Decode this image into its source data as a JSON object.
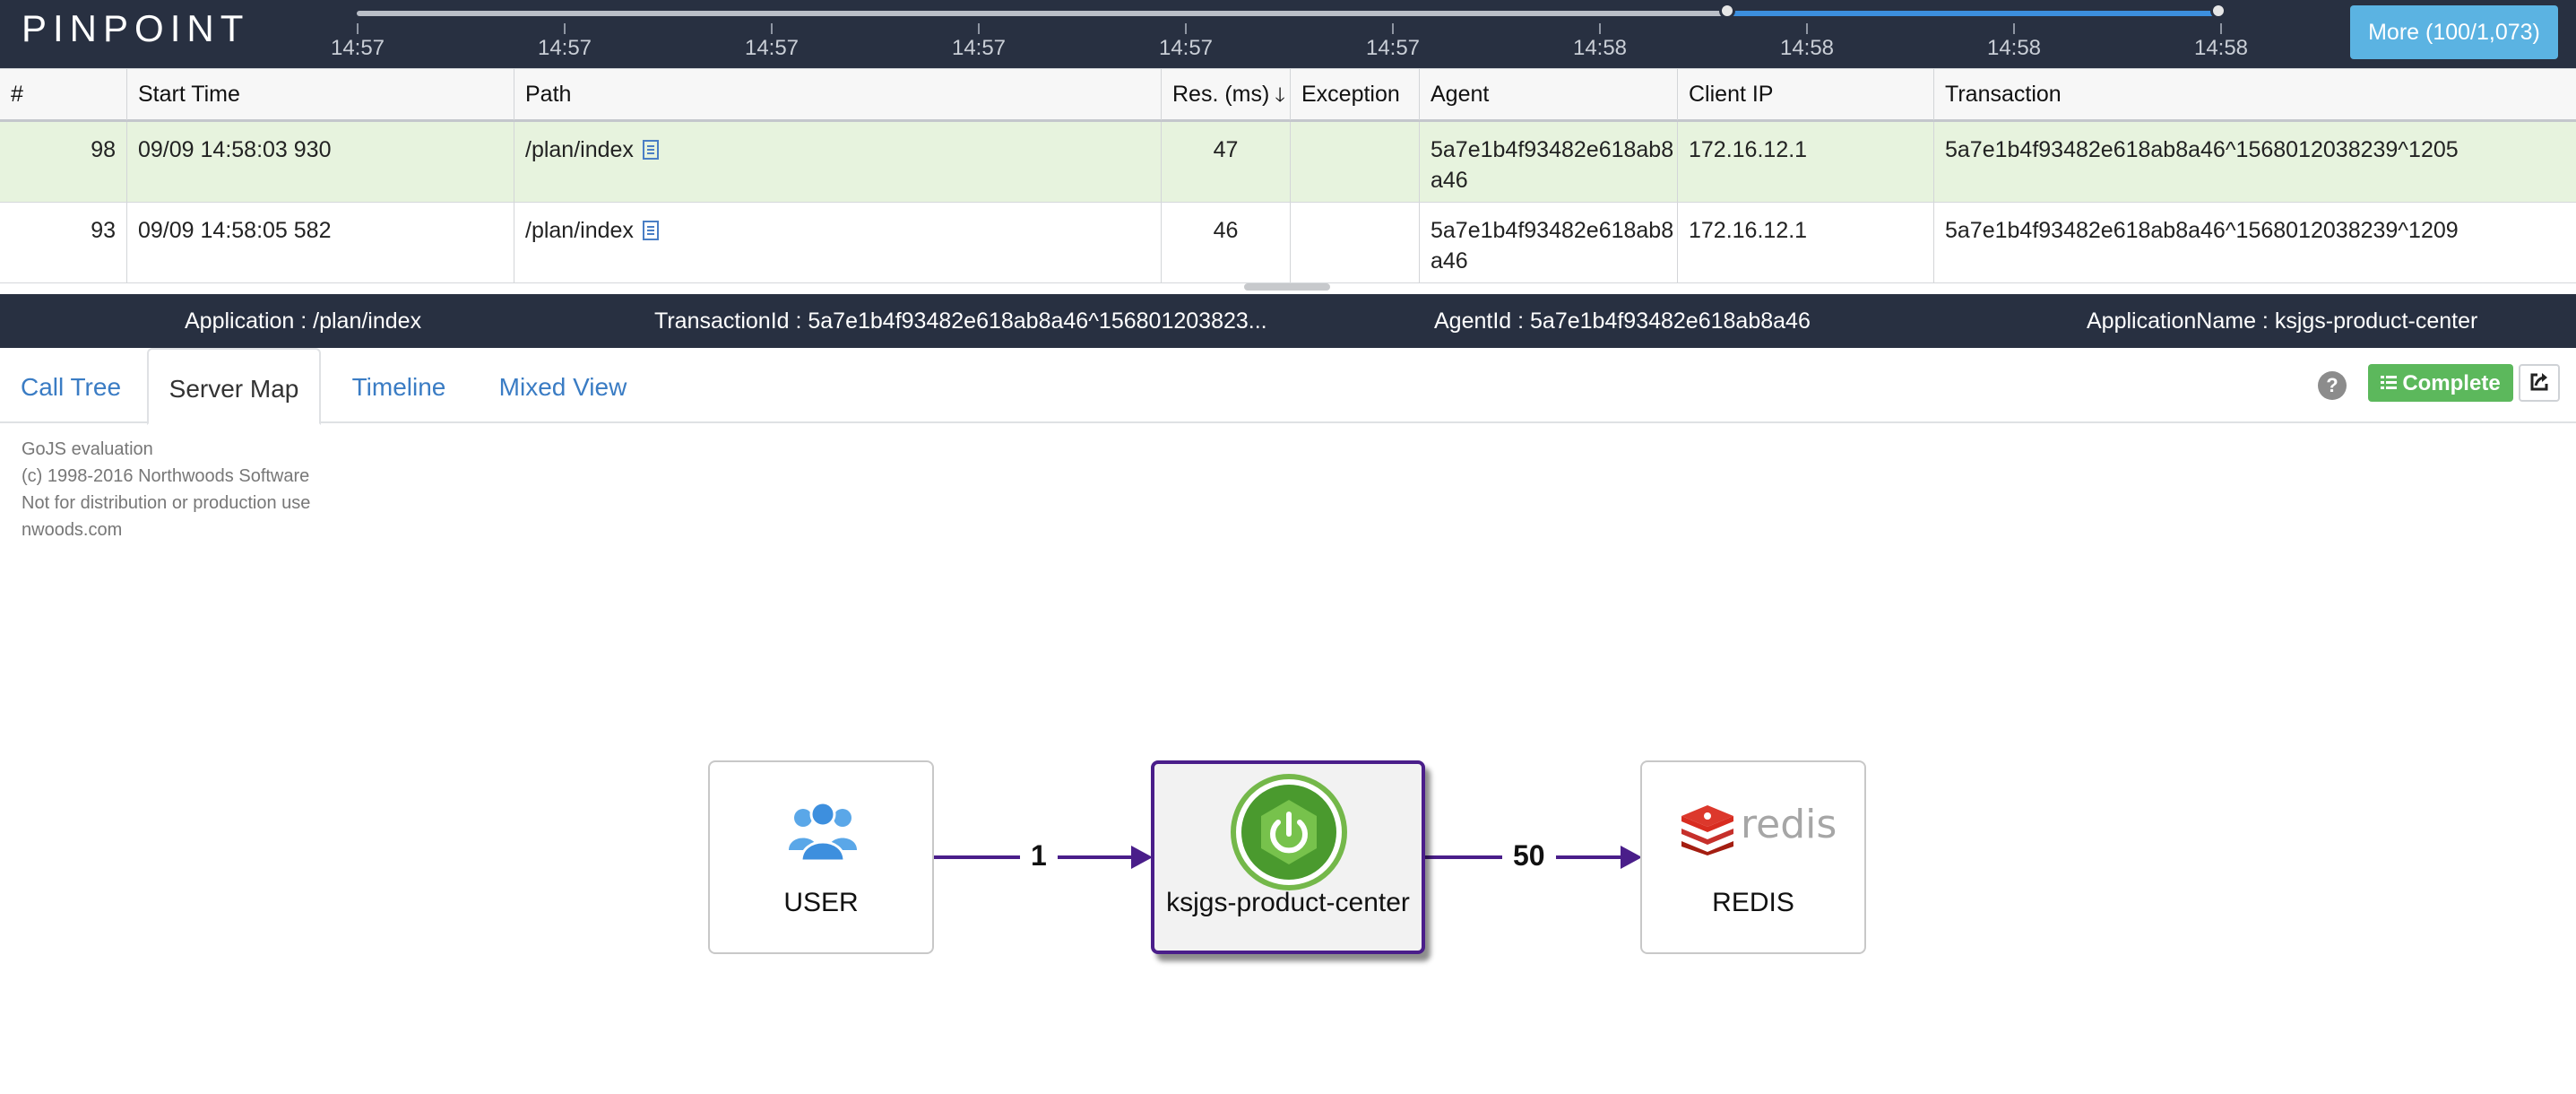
{
  "topbar": {
    "logo": "PINPOINT",
    "ticks": [
      "14:57",
      "14:57",
      "14:57",
      "14:57",
      "14:57",
      "14:57",
      "14:58",
      "14:58",
      "14:58",
      "14:58"
    ],
    "more_button": "More (100/1,073)"
  },
  "table": {
    "headers": {
      "num": "#",
      "start": "Start Time",
      "path": "Path",
      "res": "Res. (ms)",
      "exception": "Exception",
      "agent": "Agent",
      "ip": "Client IP",
      "transaction": "Transaction"
    },
    "rows": [
      {
        "num": "98",
        "start": "09/09 14:58:03 930",
        "path": "/plan/index",
        "res": "47",
        "exception": "",
        "agent": "5a7e1b4f93482e618ab8a46",
        "ip": "172.16.12.1",
        "transaction": "5a7e1b4f93482e618ab8a46^1568012038239^1205"
      },
      {
        "num": "93",
        "start": "09/09 14:58:05 582",
        "path": "/plan/index",
        "res": "46",
        "exception": "",
        "agent": "5a7e1b4f93482e618ab8a46",
        "ip": "172.16.12.1",
        "transaction": "5a7e1b4f93482e618ab8a46^1568012038239^1209"
      }
    ]
  },
  "info": {
    "application": "Application : /plan/index",
    "transaction_id": "TransactionId : 5a7e1b4f93482e618ab8a46^156801203823...",
    "agent_id": "AgentId : 5a7e1b4f93482e618ab8a46",
    "application_name": "ApplicationName : ksjgs-product-center"
  },
  "tabs": [
    "Call Tree",
    "Server Map",
    "Timeline",
    "Mixed View"
  ],
  "actions": {
    "help": "?",
    "complete": "Complete"
  },
  "watermark": [
    "GoJS evaluation",
    "(c) 1998-2016 Northwoods Software",
    "Not for distribution or production use",
    "nwoods.com"
  ],
  "server_map": {
    "nodes": [
      {
        "label": "USER",
        "icon": "users-icon"
      },
      {
        "label": "ksjgs-product-center",
        "icon": "spring-power-icon"
      },
      {
        "label": "REDIS",
        "icon": "redis-logo",
        "logo_text": "redis"
      }
    ],
    "edges": [
      {
        "from": "USER",
        "to": "ksjgs-product-center",
        "count": "1"
      },
      {
        "from": "ksjgs-product-center",
        "to": "REDIS",
        "count": "50"
      }
    ]
  },
  "colors": {
    "topbar": "#283041",
    "selected_row": "#e7f3de",
    "edge": "#4a1e8a",
    "more_button": "#5bb3e2",
    "complete_button": "#5cb85c"
  }
}
